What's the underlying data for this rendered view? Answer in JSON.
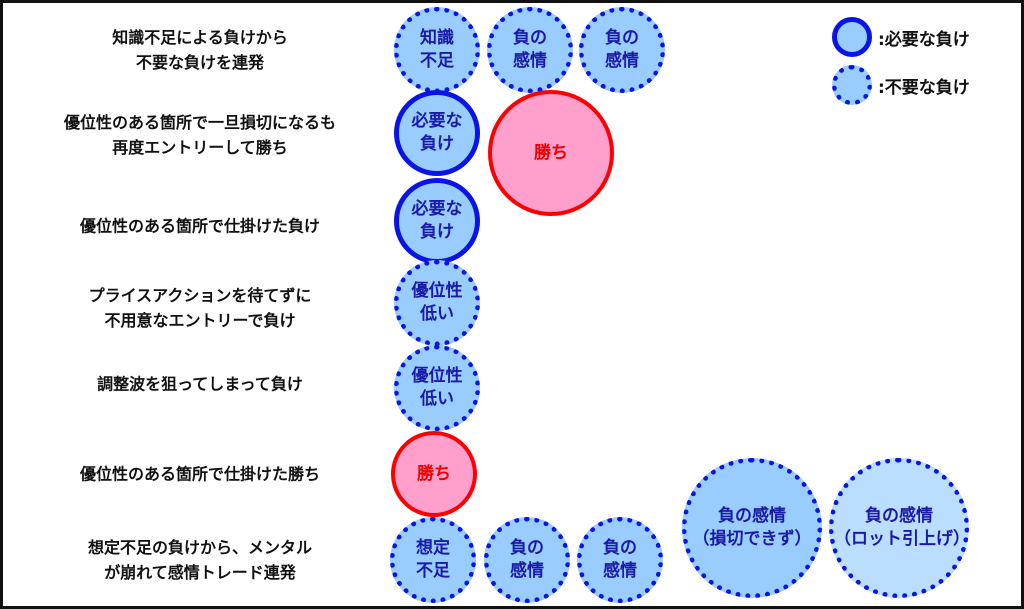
{
  "legend": [
    {
      "style": "solid",
      "label": ":必要な負け"
    },
    {
      "style": "dotted",
      "label": ":不要な負け"
    }
  ],
  "rows": [
    {
      "label": "知識不足による負けから\n不要な負けを連発",
      "circles": [
        {
          "text": "知識\n不足",
          "style": "dotted"
        },
        {
          "text": "負の\n感情",
          "style": "dotted"
        },
        {
          "text": "負の\n感情",
          "style": "dotted"
        }
      ]
    },
    {
      "label": "優位性のある箇所で一旦損切になるも\n再度エントリーして勝ち",
      "circles": [
        {
          "text": "必要な\n負け",
          "style": "solid"
        },
        {
          "text": "勝ち",
          "style": "win"
        }
      ]
    },
    {
      "label": "優位性のある箇所で仕掛けた負け",
      "circles": [
        {
          "text": "必要な\n負け",
          "style": "solid"
        }
      ]
    },
    {
      "label": "プライスアクションを待てずに\n不用意なエントリーで負け",
      "circles": [
        {
          "text": "優位性\n低い",
          "style": "dotted"
        }
      ]
    },
    {
      "label": "調整波を狙ってしまって負け",
      "circles": [
        {
          "text": "優位性\n低い",
          "style": "dotted"
        }
      ]
    },
    {
      "label": "優位性のある箇所で仕掛けた勝ち",
      "circles": [
        {
          "text": "勝ち",
          "style": "win"
        }
      ]
    },
    {
      "label": "想定不足の負けから、メンタル\nが崩れて感情トレード連発",
      "circles": [
        {
          "text": "想定\n不足",
          "style": "dotted"
        },
        {
          "text": "負の\n感情",
          "style": "dotted"
        },
        {
          "text": "負の\n感情",
          "style": "dotted"
        },
        {
          "text": "負の感情\n（損切できず）",
          "style": "dotted"
        },
        {
          "text": "負の感情\n（ロット引上げ）",
          "style": "dotted-light"
        }
      ]
    }
  ]
}
